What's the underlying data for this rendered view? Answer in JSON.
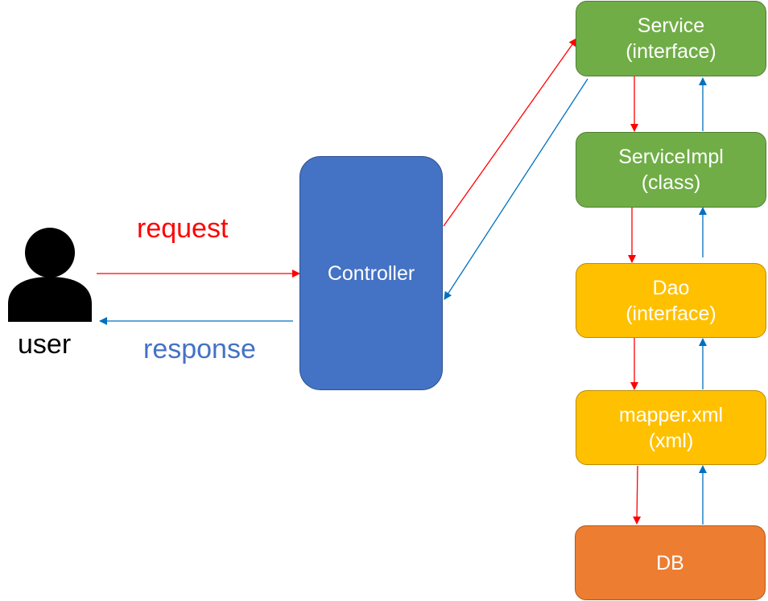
{
  "user": {
    "label": "user"
  },
  "request_label": "request",
  "response_label": "response",
  "controller": {
    "label": "Controller"
  },
  "service": {
    "line1": "Service",
    "line2": "(interface)"
  },
  "service_impl": {
    "line1": "ServiceImpl",
    "line2": "(class)"
  },
  "dao": {
    "line1": "Dao",
    "line2": "(interface)"
  },
  "mapper": {
    "line1": "mapper.xml",
    "line2": "(xml)"
  },
  "db": {
    "label": "DB"
  },
  "colors": {
    "request": "#ff0000",
    "response": "#0070c0",
    "response_text": "#4472c4",
    "controller": "#4472c4",
    "service": "#70ad47",
    "dao": "#ffc000",
    "db": "#ed7d31"
  }
}
